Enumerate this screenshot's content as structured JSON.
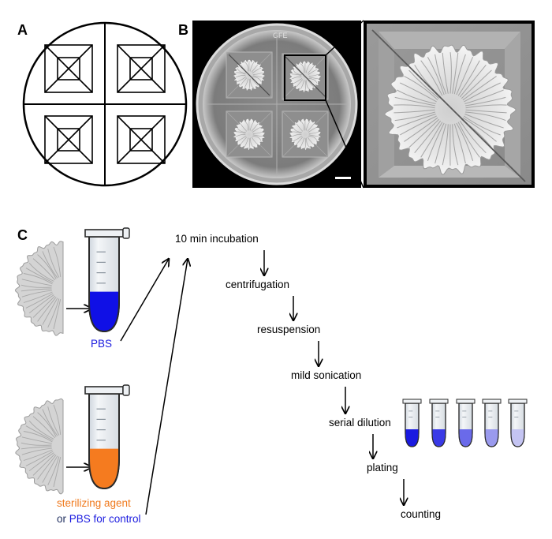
{
  "panels": {
    "a": "A",
    "b": "B",
    "c": "C"
  },
  "plate_label": "GFE",
  "tubes": {
    "pbs": {
      "label": "PBS",
      "liquid_color": "#1010e6"
    },
    "sterilizing": {
      "label_line1": "sterilizing agent",
      "label_line2_or": "or ",
      "label_line2_rest": "PBS for control",
      "liquid_color": "#f57b1f"
    }
  },
  "protocol_steps": [
    "10 min incubation",
    "centrifugation",
    "resuspension",
    "mild sonication",
    "serial dilution",
    "plating",
    "counting"
  ],
  "dilution_tubes": [
    {
      "color": "#1a1ae0"
    },
    {
      "color": "#3a3ae6"
    },
    {
      "color": "#6a6aea"
    },
    {
      "color": "#9a9aee"
    },
    {
      "color": "#c4c4f2"
    }
  ]
}
